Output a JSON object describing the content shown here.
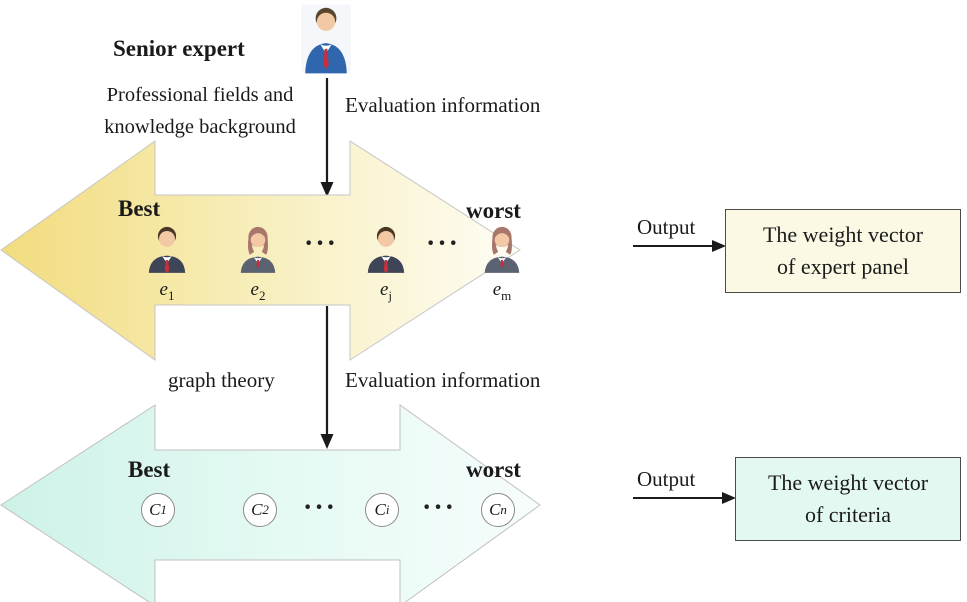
{
  "top": {
    "senior_expert_label": "Senior expert",
    "background_line1": "Professional fields and",
    "background_line2": "knowledge background",
    "evaluation_info": "Evaluation information"
  },
  "expert_panel": {
    "best_label": "Best",
    "worst_label": "worst",
    "dots": "···",
    "experts": [
      {
        "base": "e",
        "sub": "1"
      },
      {
        "base": "e",
        "sub": "2"
      },
      {
        "base": "e",
        "sub": "j"
      },
      {
        "base": "e",
        "sub": "m"
      }
    ],
    "output_label": "Output",
    "result_line1": "The weight vector",
    "result_line2": "of expert panel"
  },
  "middle": {
    "graph_theory_label": "graph theory",
    "evaluation_info": "Evaluation information"
  },
  "criteria": {
    "best_label": "Best",
    "worst_label": "worst",
    "dots": "···",
    "items": [
      {
        "base": "C",
        "sub": "1"
      },
      {
        "base": "C",
        "sub": "2"
      },
      {
        "base": "C",
        "sub": "i"
      },
      {
        "base": "C",
        "sub": "n"
      }
    ],
    "output_label": "Output",
    "result_line1": "The weight vector",
    "result_line2": "of criteria"
  },
  "colors": {
    "expert_arrow_start": "#f2dc7e",
    "expert_arrow_mid": "#f8f0c2",
    "expert_arrow_end": "#fefdf4",
    "criteria_arrow_start": "#cdf2e8",
    "criteria_arrow_mid": "#e6faf4",
    "criteria_arrow_end": "#f7fdfc",
    "expert_box_fill": "#fbf8e3",
    "criteria_box_fill": "#e4f8f2",
    "box_border": "#4a4a4a",
    "arrow_line": "#1a1a1a"
  },
  "icons": {
    "senior_expert": "person-icon",
    "male_expert": "male-avatar-icon",
    "female_expert": "female-avatar-icon"
  }
}
